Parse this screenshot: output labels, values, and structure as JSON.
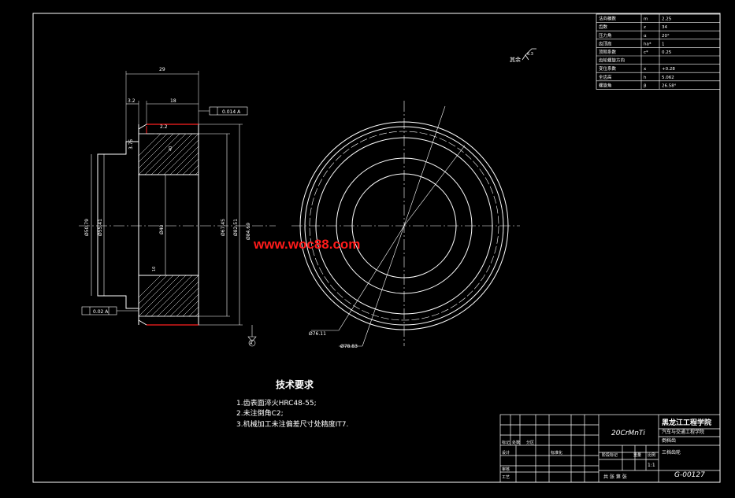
{
  "drawing": {
    "tech_requirements": {
      "title": "技术要求",
      "items": [
        "1.齿表面淬火HRC48-55;",
        "2.未注倒角C2;",
        "3.机械加工未注偏差尺寸处精度IT7."
      ]
    },
    "watermark": "www.woc88.com",
    "roughness_note": "其余",
    "roughness_value": "6.3",
    "dimensions": {
      "overall_width": "29",
      "hub_width": "18",
      "step_1": "3.2",
      "step_2": "2.2",
      "d1": "Ø50.79",
      "d2": "Ø55.41",
      "d3": "Ø67.45",
      "d4": "Ø82.51",
      "d5": "Ø84.69",
      "bore": "Ø40",
      "dim_375": "3.75",
      "dim_10": "10",
      "dim_40a": "40",
      "circle_d1": "Ø76.11",
      "circle_d2": "Ø78.83"
    },
    "tolerances": {
      "runout": "0.014 A",
      "flatness": "0.02 A",
      "datum": "A"
    }
  },
  "param_table": {
    "rows": [
      {
        "name": "法向模数",
        "sym": "m",
        "val": "2.25"
      },
      {
        "name": "齿数",
        "sym": "z",
        "val": "34"
      },
      {
        "name": "压力角",
        "sym": "α",
        "val": "20°"
      },
      {
        "name": "齿顶高",
        "sym": "ha*",
        "val": "1"
      },
      {
        "name": "顶隙系数",
        "sym": "c*",
        "val": "0.25"
      },
      {
        "name": "齿轮螺旋方向",
        "sym": "",
        "val": ""
      },
      {
        "name": "变位系数",
        "sym": "x",
        "val": "+0.28"
      },
      {
        "name": "全齿高",
        "sym": "h",
        "val": "5.062"
      },
      {
        "name": "螺旋角",
        "sym": "β",
        "val": "26.58°"
      }
    ]
  },
  "title_block": {
    "material": "20CrMnTi",
    "school": "黑龙江工程学院",
    "dept": "汽车与交通工程学院",
    "part_name_1": "倒档齿",
    "part_name_2": "三档齿轮",
    "scale": "1:1",
    "drawing_no": "G-00127",
    "labels": {
      "mark": "标记",
      "count": "处数",
      "zone": "分区",
      "design": "设计",
      "standard": "标准化",
      "check": "审核",
      "process": "工艺",
      "stage_mark": "阶段标记",
      "weight": "重量",
      "ratio": "比例",
      "sheets": "共  张  第  张"
    }
  }
}
